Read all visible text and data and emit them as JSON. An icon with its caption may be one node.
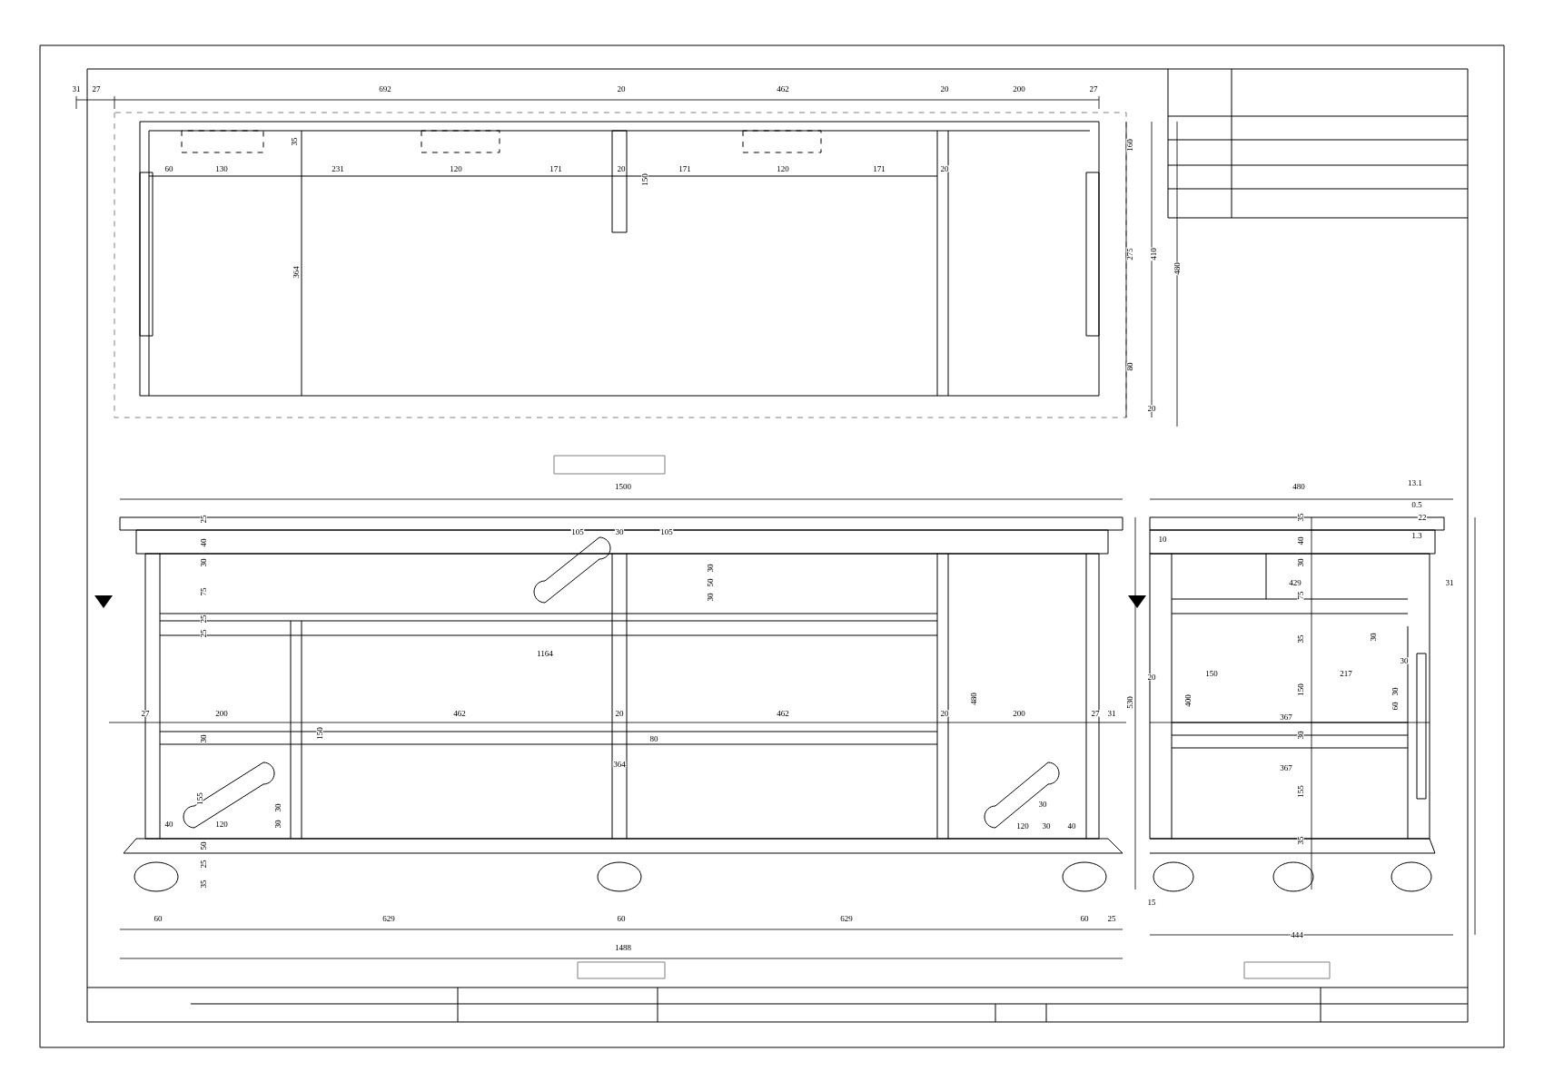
{
  "diagram": {
    "labels": [
      "31",
      "27",
      "692",
      "20",
      "462",
      "20",
      "200",
      "27",
      "35",
      "60",
      "130",
      "231",
      "120",
      "171",
      "20",
      "171",
      "120",
      "171",
      "20",
      "150",
      "364",
      "160",
      "275",
      "410",
      "480",
      "80",
      "20",
      "1500",
      "25",
      "40",
      "30",
      "75",
      "25",
      "25",
      "105",
      "30",
      "105",
      "30",
      "50",
      "30",
      "1164",
      "27",
      "200",
      "150",
      "462",
      "20",
      "462",
      "20",
      "200",
      "27",
      "31",
      "480",
      "530",
      "30",
      "80",
      "364",
      "155",
      "40",
      "120",
      "30",
      "30",
      "30",
      "120",
      "30",
      "40",
      "50",
      "25",
      "35",
      "60",
      "629",
      "60",
      "629",
      "60",
      "25",
      "1488",
      "480",
      "13.1",
      "0.5",
      "22",
      "1.3",
      "10",
      "35",
      "40",
      "30",
      "429",
      "75",
      "35",
      "30",
      "30",
      "20",
      "150",
      "217",
      "150",
      "30",
      "60",
      "400",
      "367",
      "30",
      "367",
      "155",
      "35",
      "31",
      "15",
      "444"
    ]
  }
}
